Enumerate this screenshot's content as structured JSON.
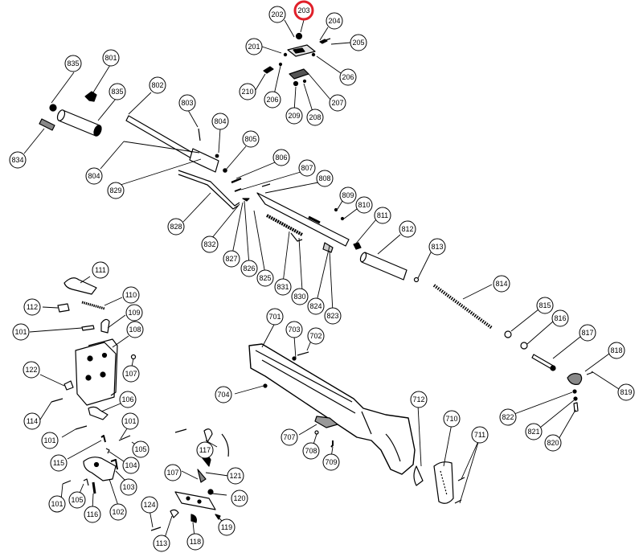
{
  "highlight_color": "#e0202a",
  "line_color": "#000000",
  "fill_gray": "#d9d9d9",
  "highlighted_part": "203",
  "callouts": [
    {
      "id": "202",
      "label": "202"
    },
    {
      "id": "203",
      "label": "203"
    },
    {
      "id": "204",
      "label": "204"
    },
    {
      "id": "201",
      "label": "201"
    },
    {
      "id": "205",
      "label": "205"
    },
    {
      "id": "206a",
      "label": "206"
    },
    {
      "id": "210",
      "label": "210"
    },
    {
      "id": "206b",
      "label": "206"
    },
    {
      "id": "207",
      "label": "207"
    },
    {
      "id": "209",
      "label": "209"
    },
    {
      "id": "208",
      "label": "208"
    },
    {
      "id": "835a",
      "label": "835"
    },
    {
      "id": "801",
      "label": "801"
    },
    {
      "id": "835b",
      "label": "835"
    },
    {
      "id": "802",
      "label": "802"
    },
    {
      "id": "803",
      "label": "803"
    },
    {
      "id": "804a",
      "label": "804"
    },
    {
      "id": "834",
      "label": "834"
    },
    {
      "id": "805",
      "label": "805"
    },
    {
      "id": "806",
      "label": "806"
    },
    {
      "id": "807",
      "label": "807"
    },
    {
      "id": "808",
      "label": "808"
    },
    {
      "id": "804b",
      "label": "804"
    },
    {
      "id": "829",
      "label": "829"
    },
    {
      "id": "809",
      "label": "809"
    },
    {
      "id": "810",
      "label": "810"
    },
    {
      "id": "811",
      "label": "811"
    },
    {
      "id": "812",
      "label": "812"
    },
    {
      "id": "813",
      "label": "813"
    },
    {
      "id": "828",
      "label": "828"
    },
    {
      "id": "832",
      "label": "832"
    },
    {
      "id": "827",
      "label": "827"
    },
    {
      "id": "826",
      "label": "826"
    },
    {
      "id": "825",
      "label": "825"
    },
    {
      "id": "831",
      "label": "831"
    },
    {
      "id": "830",
      "label": "830"
    },
    {
      "id": "824",
      "label": "824"
    },
    {
      "id": "823",
      "label": "823"
    },
    {
      "id": "814",
      "label": "814"
    },
    {
      "id": "815",
      "label": "815"
    },
    {
      "id": "816",
      "label": "816"
    },
    {
      "id": "817",
      "label": "817"
    },
    {
      "id": "818",
      "label": "818"
    },
    {
      "id": "819",
      "label": "819"
    },
    {
      "id": "822",
      "label": "822"
    },
    {
      "id": "821",
      "label": "821"
    },
    {
      "id": "820",
      "label": "820"
    },
    {
      "id": "111",
      "label": "111"
    },
    {
      "id": "110",
      "label": "110"
    },
    {
      "id": "112",
      "label": "112"
    },
    {
      "id": "109",
      "label": "109"
    },
    {
      "id": "101a",
      "label": "101"
    },
    {
      "id": "108",
      "label": "108"
    },
    {
      "id": "122",
      "label": "122"
    },
    {
      "id": "107a",
      "label": "107"
    },
    {
      "id": "114",
      "label": "114"
    },
    {
      "id": "106",
      "label": "106"
    },
    {
      "id": "101b",
      "label": "101"
    },
    {
      "id": "101c",
      "label": "101"
    },
    {
      "id": "105a",
      "label": "105"
    },
    {
      "id": "115",
      "label": "115"
    },
    {
      "id": "104",
      "label": "104"
    },
    {
      "id": "103",
      "label": "103"
    },
    {
      "id": "101d",
      "label": "101"
    },
    {
      "id": "105b",
      "label": "105"
    },
    {
      "id": "116",
      "label": "116"
    },
    {
      "id": "102",
      "label": "102"
    },
    {
      "id": "117",
      "label": "117"
    },
    {
      "id": "107b",
      "label": "107"
    },
    {
      "id": "121",
      "label": "121"
    },
    {
      "id": "120",
      "label": "120"
    },
    {
      "id": "124",
      "label": "124"
    },
    {
      "id": "113",
      "label": "113"
    },
    {
      "id": "118",
      "label": "118"
    },
    {
      "id": "119",
      "label": "119"
    },
    {
      "id": "701",
      "label": "701"
    },
    {
      "id": "703",
      "label": "703"
    },
    {
      "id": "702",
      "label": "702"
    },
    {
      "id": "704",
      "label": "704"
    },
    {
      "id": "712",
      "label": "712"
    },
    {
      "id": "710",
      "label": "710"
    },
    {
      "id": "711",
      "label": "711"
    },
    {
      "id": "707",
      "label": "707"
    },
    {
      "id": "708",
      "label": "708"
    },
    {
      "id": "709",
      "label": "709"
    }
  ]
}
